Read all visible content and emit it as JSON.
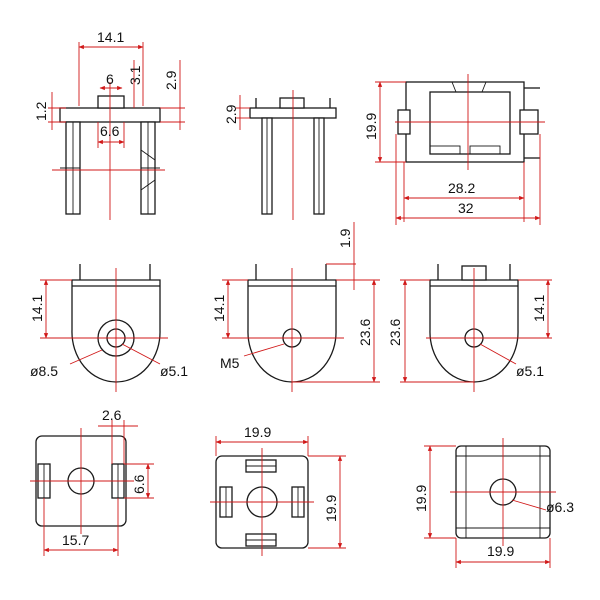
{
  "views": {
    "front_top": {
      "width": "14.1",
      "slot": "6",
      "slot_h": "3.1",
      "pin_h": "2.9",
      "step": "1.2",
      "inner": "6.6"
    },
    "side_top": {
      "pin_h": "2.9"
    },
    "right_top": {
      "height": "19.9",
      "inner_w": "28.2",
      "total_w": "32"
    },
    "mid_left": {
      "height": "14.1",
      "outer_d": "ø8.5",
      "inner_d": "ø5.1"
    },
    "mid_center": {
      "height": "14.1",
      "pin_h": "1.9",
      "total_h": "23.6",
      "thread": "M5"
    },
    "mid_right": {
      "total_h": "23.6",
      "height": "14.1",
      "inner_d": "ø5.1"
    },
    "bot_left": {
      "gap": "2.6",
      "slot": "6.6",
      "width": "15.7"
    },
    "bot_center": {
      "width": "19.9",
      "height": "19.9"
    },
    "bot_right": {
      "height": "19.9",
      "hole_d": "ø6.3",
      "width": "19.9"
    }
  }
}
